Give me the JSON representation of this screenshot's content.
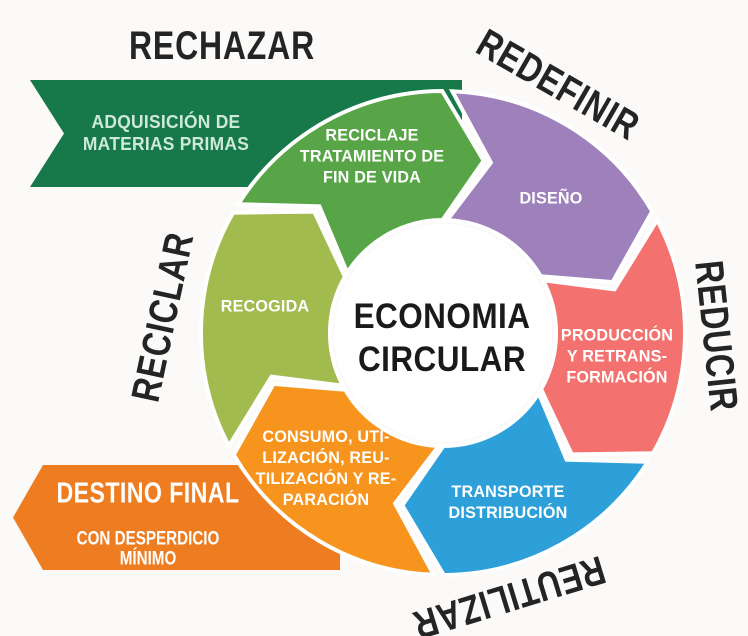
{
  "diagram": {
    "center": {
      "title": "ECONOMIA\nCIRCULAR",
      "circle_color": "#ffffff",
      "text_color": "#1a1a1a"
    },
    "outer_labels": {
      "rechazar": {
        "text": "RECHAZAR"
      },
      "redefinir": {
        "text": "REDEFINIR"
      },
      "reducir": {
        "text": "REDUCIR"
      },
      "reutilizar": {
        "text": "REUTILIZAR"
      },
      "reciclar": {
        "text": "RECICLAR"
      }
    },
    "segments": [
      {
        "id": "reciclaje",
        "label": "RECICLAJE\nTRATAMIENTO DE\nFIN DE VIDA",
        "color": "#57a546"
      },
      {
        "id": "diseno",
        "label": "DISEÑO",
        "color": "#9e81ba"
      },
      {
        "id": "produccion",
        "label": "PRODUCCIÓN\nY RETRANS-\nFORMACIÓN",
        "color": "#f3716e"
      },
      {
        "id": "transporte",
        "label": "TRANSPORTE\nDISTRIBUCIÓN",
        "color": "#2d9fd9"
      },
      {
        "id": "consumo",
        "label": "CONSUMO, UTI-\nLIZACIÓN, REU-\nTILIZACIÓN Y RE-\nPARACIÓN",
        "color": "#f7941d"
      },
      {
        "id": "recogida",
        "label": "RECOGIDA",
        "color": "#a2bb4f"
      }
    ],
    "banners": [
      {
        "id": "adquisicion",
        "label": "ADQUISICIÓN DE\nMATERIAS PRIMAS",
        "color": "#17794a"
      },
      {
        "id": "destino",
        "title": "DESTINO FINAL",
        "subtitle": "CON DESPERDICIO\nMÍNIMO",
        "color": "#ee7d22"
      }
    ],
    "outer_text_color": "#242424",
    "background_color": "#fbfaf8"
  }
}
